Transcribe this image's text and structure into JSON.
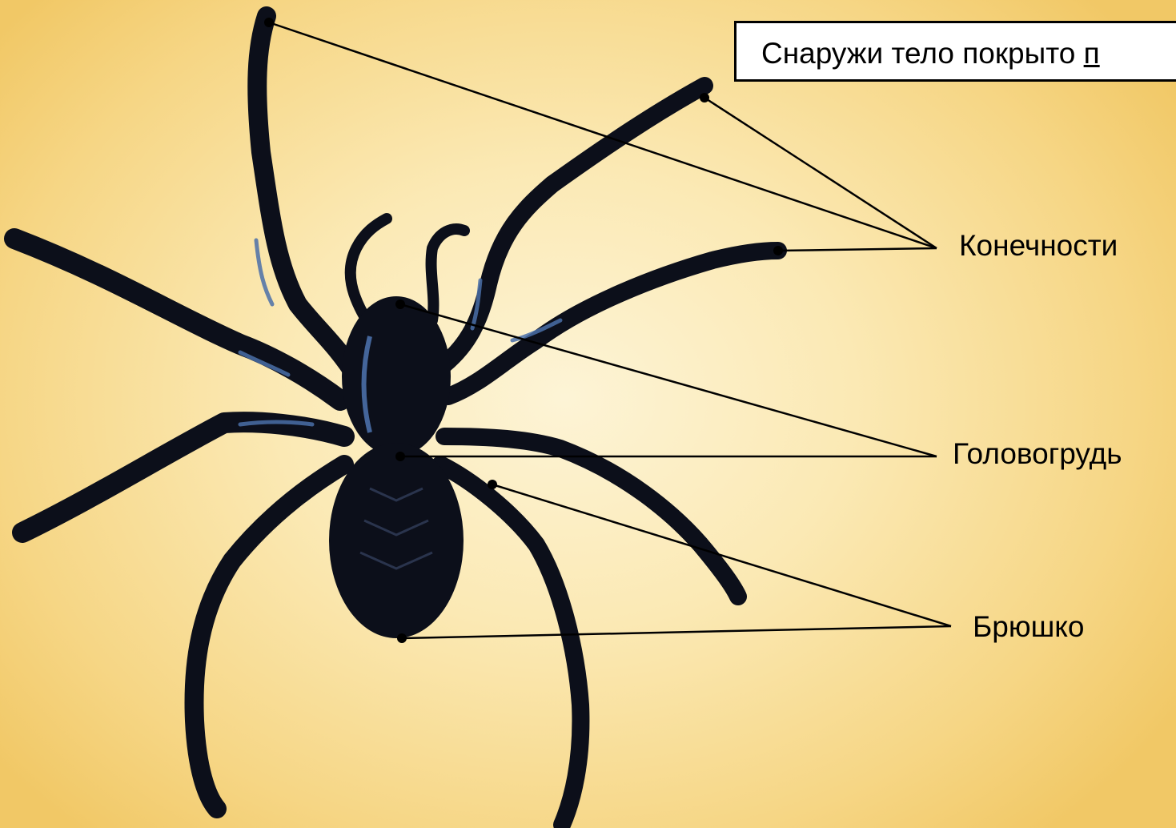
{
  "callout": {
    "text": "Снаружи тело покрыто ",
    "text_tail": "п"
  },
  "labels": {
    "limbs": "Конечности",
    "cephalothorax": "Головогрудь",
    "abdomen": "Брюшко"
  },
  "colors": {
    "spider_body": "#0c0f1a",
    "spider_highlight": "#4a6fa8",
    "leader_line": "#000000",
    "background_center": "#fdf4d6",
    "background_edge": "#f1c866"
  }
}
